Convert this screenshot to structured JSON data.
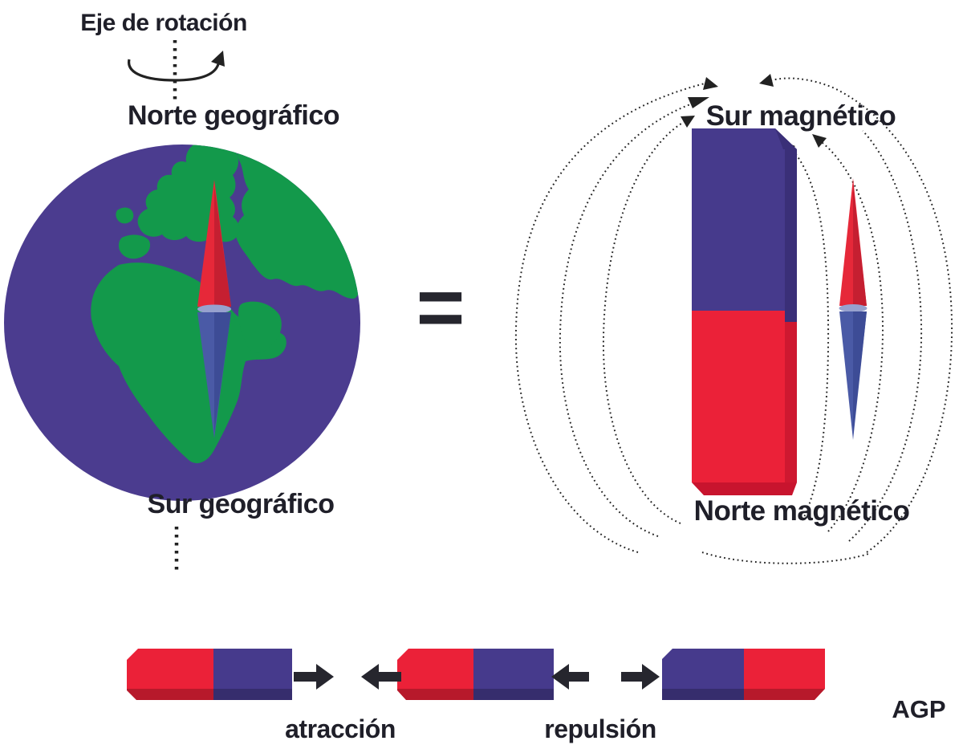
{
  "labels": {
    "rotation_axis": "Eje de rotación",
    "geographic_north": "Norte geográfico",
    "geographic_south": "Sur geográfico",
    "magnetic_south": "Sur magnético",
    "magnetic_north": "Norte magnético",
    "attraction": "atracción",
    "repulsion": "repulsión",
    "equals": "=",
    "signature": "AGP"
  },
  "figures": {
    "left": "earth-globe-with-compass-needle-along-rotation-axis",
    "right": "vertical-bar-magnet-with-dotted-field-lines-and-compass-needle",
    "globe_needle": {
      "top": "red",
      "bottom": "blue"
    },
    "bar_magnet": {
      "top_half": "purple",
      "bottom_half": "red"
    },
    "right_compass_needle": {
      "top": "red",
      "bottom": "blue"
    },
    "bottom_magnets": [
      {
        "left_color": "red",
        "right_color": "purple"
      },
      {
        "left_color": "red",
        "right_color": "purple"
      },
      {
        "left_color": "purple",
        "right_color": "red"
      }
    ],
    "bottom_arrows": [
      {
        "direction": "right"
      },
      {
        "direction": "left"
      },
      {
        "direction": "left"
      },
      {
        "direction": "right"
      }
    ]
  },
  "colors": {
    "background": "#ffffff",
    "globe_ocean_purple": "#4B3C8F",
    "continent_green": "#13994B",
    "magnet_purple": "#463A8C",
    "magnet_purple_shade": "#3A2F78",
    "magnet_red": "#EB2138",
    "magnet_red_shade": "#C8142E",
    "needle_red": "#E62839",
    "needle_red_shade": "#C51F31",
    "needle_blue": "#4A5AA6",
    "needle_blue_shade": "#3D4C96",
    "needle_pivot_silver": "#97A1CE",
    "line_black": "#222222",
    "text_black": "#1F1F29"
  }
}
